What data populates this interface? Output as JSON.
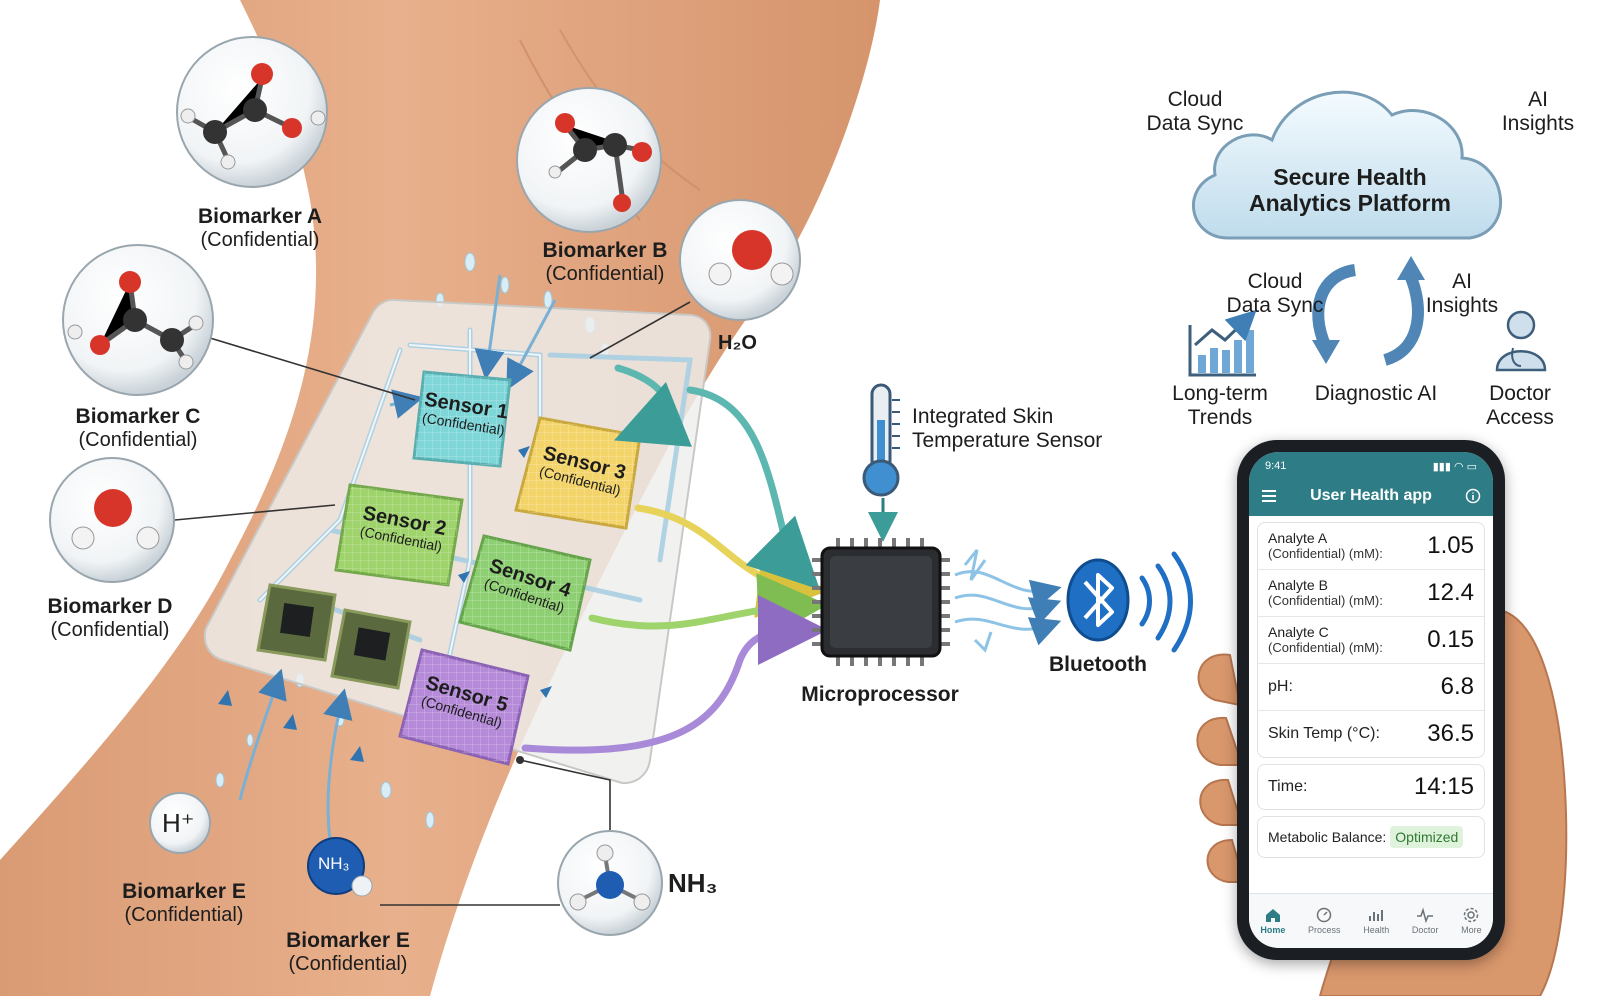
{
  "biomarkers": {
    "a": {
      "name": "Biomarker A",
      "note": "(Confidential)"
    },
    "b": {
      "name": "Biomarker B",
      "note": "(Confidential)"
    },
    "c": {
      "name": "Biomarker C",
      "note": "(Confidential)"
    },
    "d": {
      "name": "Biomarker D",
      "note": "(Confidential)"
    },
    "e1": {
      "name": "Biomarker E",
      "note": "(Confidential)"
    },
    "e2": {
      "name": "Biomarker E",
      "note": "(Confidential)"
    }
  },
  "chem": {
    "water": "H₂O",
    "ammonia": "NH₃",
    "proton": "H⁺",
    "ammonia_bubble": "NH₃"
  },
  "sensors": [
    {
      "name": "Sensor 1",
      "note": "(Confidential)"
    },
    {
      "name": "Sensor 2",
      "note": "(Confidential)"
    },
    {
      "name": "Sensor 3",
      "note": "(Confidential)"
    },
    {
      "name": "Sensor 4",
      "note": "(Confidential)"
    },
    {
      "name": "Sensor 5",
      "note": "(Confidential)"
    }
  ],
  "hardware": {
    "temp_sensor": [
      "Integrated Skin",
      "Temperature Sensor"
    ],
    "microprocessor": "Microprocessor",
    "bluetooth": "Bluetooth"
  },
  "cloud": {
    "platform": [
      "Secure Health",
      "Analytics Platform"
    ],
    "sync_top": [
      "Cloud",
      "Data Sync"
    ],
    "ai_top": [
      "AI",
      "Insights"
    ],
    "sync_mid": [
      "Cloud",
      "Data Sync"
    ],
    "ai_mid": [
      "AI",
      "Insights"
    ],
    "trends": [
      "Long-term",
      "Trends"
    ],
    "diagnostic": "Diagnostic AI",
    "doctor": [
      "Doctor",
      "Access"
    ]
  },
  "app": {
    "status_time": "9:41",
    "title": "User Health app",
    "rows": [
      {
        "label": "Analyte A",
        "sub": "(Confidential) (mM):",
        "value": "1.05"
      },
      {
        "label": "Analyte B",
        "sub": "(Confidential) (mM):",
        "value": "12.4"
      },
      {
        "label": "Analyte C",
        "sub": "(Confidential) (mM):",
        "value": "0.15"
      },
      {
        "label": "pH:",
        "sub": "",
        "value": "6.8"
      },
      {
        "label": "Skin Temp (°C):",
        "sub": "",
        "value": "36.5"
      }
    ],
    "time_label": "Time:",
    "time_value": "14:15",
    "metabolic_label": "Metabolic Balance:",
    "metabolic_value": "Optimized",
    "nav": [
      "Home",
      "Process",
      "Health",
      "Doctor",
      "More"
    ]
  },
  "colors": {
    "skin": "#e3a882",
    "skin_shadow": "#cf8e67",
    "sensor1": "#7fd6d8",
    "sensor2": "#9fd36b",
    "sensor3": "#f3d46a",
    "sensor4": "#8fcf73",
    "sensor5": "#b58ad8",
    "wire_yellow": "#e7d35a",
    "wire_green": "#9fd36b",
    "wire_purple": "#a98ad8",
    "wire_teal": "#5cb7b0",
    "bluetooth": "#1f6fc4",
    "cloud": "#d7ecf6",
    "app_teal": "#2e7d86",
    "optimized_bg": "#dff3dc"
  }
}
